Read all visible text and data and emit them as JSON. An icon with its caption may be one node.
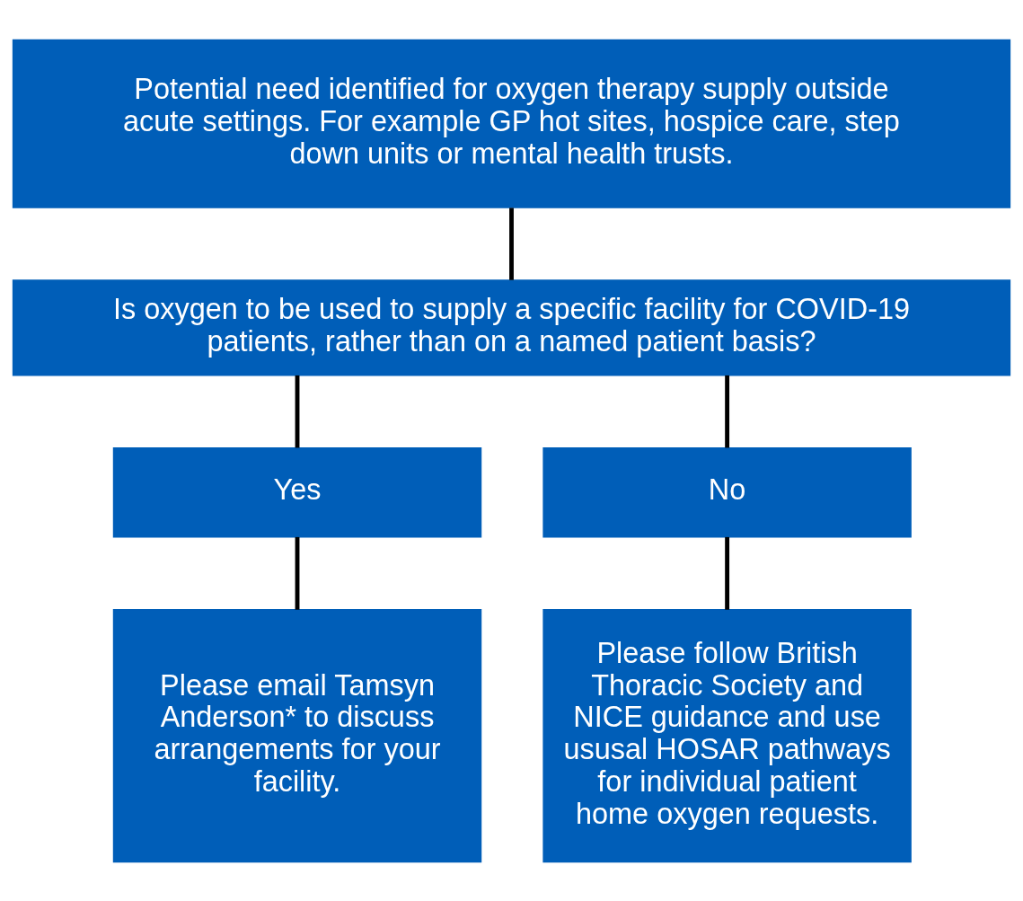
{
  "diagram": {
    "nodes": [
      {
        "text": [
          "Potential need identified for oxygen therapy supply outside acute settings. For example GP hot sites, hospice care, step down units or mental health trusts."
        ]
      },
      {
        "text": [
          "Is oxygen to be used to supply a specific facility for COVID-19 patients, rather than on a named patient basis?"
        ]
      },
      {
        "text": [
          "Yes"
        ]
      },
      {
        "text": [
          "No"
        ]
      },
      {
        "text": [
          "Please email Tamsyn Anderson* to discuss arrangements for your facility."
        ]
      },
      {
        "text": [
          "Please follow British Thoracic Society and NICE guidance and use ususal HOSAR pathways for individual patient home oxygen requests."
        ]
      }
    ],
    "edges": [
      {
        "from": 0,
        "to": 1,
        "arrow": "none"
      },
      {
        "from": 1,
        "to": 2,
        "arrow": "none"
      },
      {
        "from": 1,
        "to": 3,
        "arrow": "none"
      },
      {
        "from": 2,
        "to": 4,
        "arrow": "none"
      },
      {
        "from": 3,
        "to": 5,
        "arrow": "none"
      }
    ]
  }
}
